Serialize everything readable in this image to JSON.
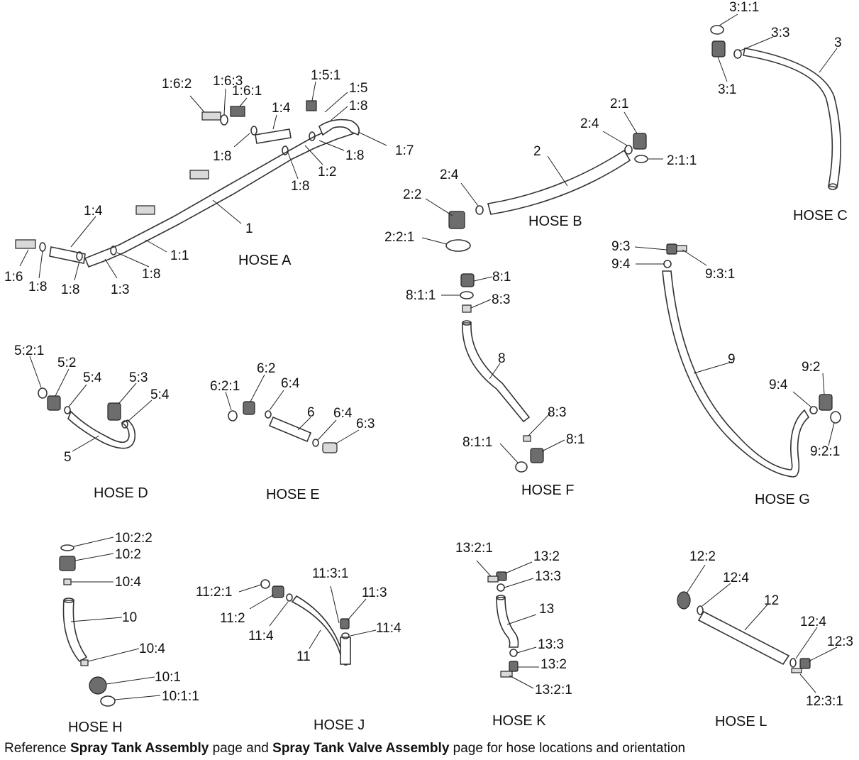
{
  "footer": {
    "prefix": "Reference ",
    "bold1": "Spray Tank Assembly",
    "mid": " page and ",
    "bold2": "Spray Tank Valve Assembly",
    "suffix": " page for hose locations and orientation"
  },
  "assemblies": [
    {
      "id": "A",
      "title": "HOSE A",
      "parts": [
        "1:6:2",
        "1:6:3",
        "1:6:1",
        "1:4",
        "1:5:1",
        "1:5",
        "1:8",
        "1:8",
        "1:8",
        "1:7",
        "1:2",
        "1:8",
        "1",
        "1:4",
        "1:1",
        "1:6",
        "1:8",
        "1:8",
        "1:3",
        "1:8"
      ]
    },
    {
      "id": "B",
      "title": "HOSE B",
      "parts": [
        "2:1",
        "2:4",
        "2:1:1",
        "2",
        "2:4",
        "2:2",
        "2:2:1"
      ]
    },
    {
      "id": "C",
      "title": "HOSE C",
      "parts": [
        "3:1:1",
        "3:3",
        "3",
        "3:1"
      ]
    },
    {
      "id": "D",
      "title": "HOSE D",
      "parts": [
        "5:2:1",
        "5:2",
        "5:4",
        "5:3",
        "5:4",
        "5"
      ]
    },
    {
      "id": "E",
      "title": "HOSE E",
      "parts": [
        "6:2",
        "6:2:1",
        "6:4",
        "6",
        "6:4",
        "6:3"
      ]
    },
    {
      "id": "F",
      "title": "HOSE F",
      "parts": [
        "8:1",
        "8:1:1",
        "8:3",
        "8",
        "8:3",
        "8:1:1",
        "8:1"
      ]
    },
    {
      "id": "G",
      "title": "HOSE G",
      "parts": [
        "9:3",
        "9:4",
        "9:3:1",
        "9",
        "9:2",
        "9:4",
        "9:2:1"
      ]
    },
    {
      "id": "H",
      "title": "HOSE H",
      "parts": [
        "10:2:2",
        "10:2",
        "10:4",
        "10",
        "10:4",
        "10:1",
        "10:1:1"
      ]
    },
    {
      "id": "J",
      "title": "HOSE J",
      "parts": [
        "11:3:1",
        "11:2:1",
        "11:3",
        "11:2",
        "11:4",
        "11:4",
        "11"
      ]
    },
    {
      "id": "K",
      "title": "HOSE K",
      "parts": [
        "13:2:1",
        "13:2",
        "13:3",
        "13",
        "13:3",
        "13:2",
        "13:2:1"
      ]
    },
    {
      "id": "L",
      "title": "HOSE L",
      "parts": [
        "12:2",
        "12:4",
        "12",
        "12:4",
        "12:3",
        "12:3:1"
      ]
    }
  ]
}
